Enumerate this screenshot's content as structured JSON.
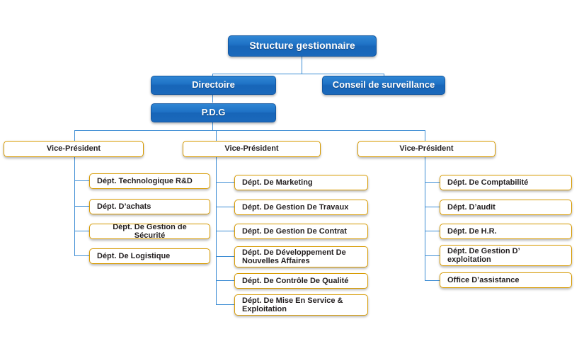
{
  "colors": {
    "blue_fill": "#1f72c6",
    "blue_border": "#1458a2",
    "yellow_fill": "#fcc60d",
    "yellow_border": "#d79a00",
    "connector": "#3d8dd4",
    "blue_text": "#ffffff",
    "yellow_text": "#231f20",
    "background": "#ffffff"
  },
  "root": {
    "label": "Structure gestionnaire"
  },
  "executive": [
    {
      "label": "Directoire"
    },
    {
      "label": "Conseil de surveillance"
    },
    {
      "label": "P.D.G"
    }
  ],
  "columns": [
    {
      "head": "Vice-Président",
      "departments": [
        {
          "label": "Dépt. Technologique R&D"
        },
        {
          "label": "Dépt. D’achats"
        },
        {
          "label": "Dépt. De Gestion de Sécurité"
        },
        {
          "label": "Dépt. De Logistique"
        }
      ]
    },
    {
      "head": "Vice-Président",
      "departments": [
        {
          "label": "Dépt. De Marketing"
        },
        {
          "label": "Dépt. De Gestion De Travaux"
        },
        {
          "label": "Dépt. De Gestion De Contrat"
        },
        {
          "label": "Dépt. De Développement De Nouvelles Affaires"
        },
        {
          "label": "Dépt. De Contrôle De Qualité"
        },
        {
          "label": "Dépt. De Mise En Service & Exploitation"
        }
      ]
    },
    {
      "head": "Vice-Président",
      "departments": [
        {
          "label": "Dépt. De Comptabilité"
        },
        {
          "label": "Dépt. D’audit"
        },
        {
          "label": "Dépt. De H.R."
        },
        {
          "label": "Dépt. De Gestion D’ exploitation"
        },
        {
          "label": "Office D’assistance"
        }
      ]
    }
  ]
}
